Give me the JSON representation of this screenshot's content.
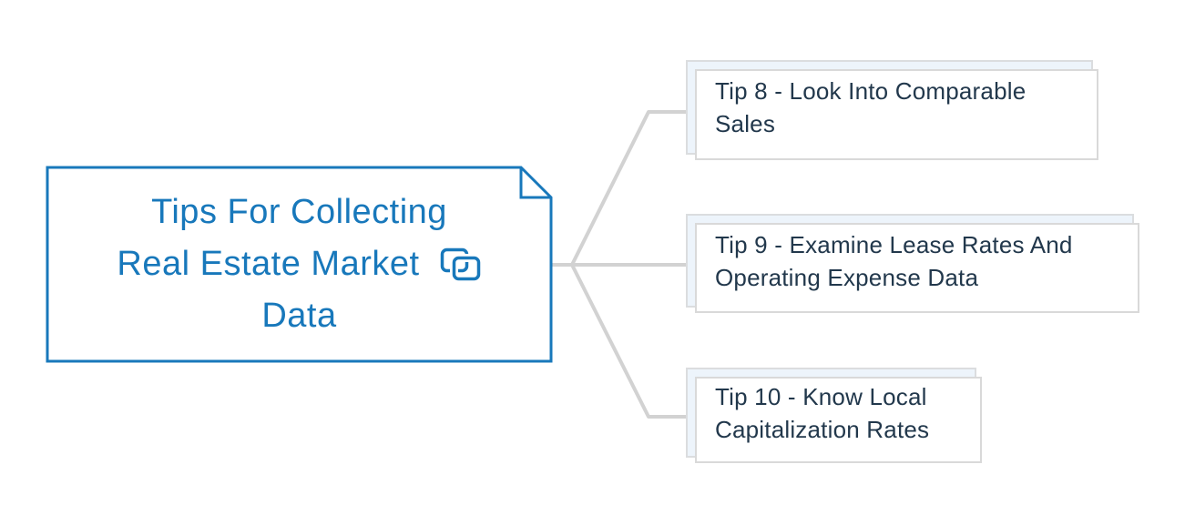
{
  "diagram": {
    "type": "mindmap",
    "root": {
      "label": "Tips For Collecting Real Estate Market Data",
      "lines": [
        "Tips For Collecting",
        "Real Estate Market",
        "Data"
      ],
      "icon": "link-icon"
    },
    "branches": [
      {
        "label": "Tip 8 - Look Into Comparable Sales"
      },
      {
        "label": "Tip 9 - Examine Lease Rates And Operating Expense Data"
      },
      {
        "label": "Tip 10 - Know Local Capitalization Rates"
      }
    ],
    "colors": {
      "accent_blue": "#1878BB",
      "branch_fill": "#EDF4FB",
      "branch_border": "#DBDDDF",
      "branch_text": "#22384C",
      "echo_border": "#D9D9D9",
      "connector_gray": "#D2D2D2"
    }
  }
}
